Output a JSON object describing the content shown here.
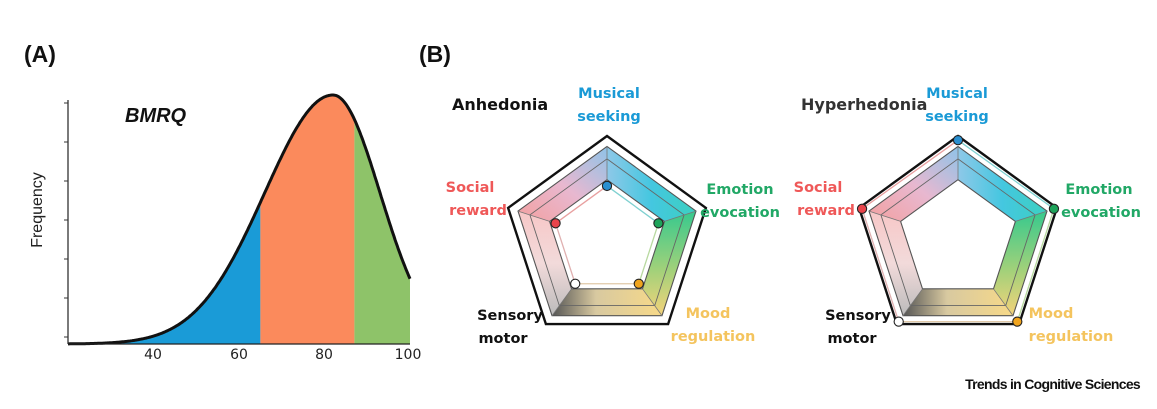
{
  "panels": {
    "a_label": "(A)",
    "b_label": "(B)"
  },
  "distribution": {
    "title": "BMRQ",
    "ylabel": "Frequency",
    "x_ticks": [
      "40",
      "60",
      "80",
      "100"
    ],
    "region_colors": {
      "low": "#1a9bd7",
      "typical": "#fb8a5c",
      "high": "#8ec369"
    }
  },
  "chart_data": {
    "type": "area",
    "title": "BMRQ",
    "xlabel": "",
    "ylabel": "Frequency",
    "xlim": [
      20,
      100
    ],
    "x_ticks": [
      40,
      60,
      80,
      100
    ],
    "peak_x": 82,
    "region_boundaries": [
      65,
      87
    ],
    "regions": [
      "low",
      "typical",
      "high"
    ]
  },
  "radars": [
    {
      "title": "Anhedonia",
      "levels": {
        "musical_seeking": 0.52,
        "emotion_evocation": 0.52,
        "mood_regulation": 0.52,
        "sensory_motor": 0.52,
        "social_reward": 0.52
      }
    },
    {
      "title": "Hyperhedonia",
      "levels": {
        "musical_seeking": 0.96,
        "emotion_evocation": 0.97,
        "mood_regulation": 0.97,
        "sensory_motor": 0.97,
        "social_reward": 0.97
      }
    }
  ],
  "dimensions": {
    "musical_seeking": {
      "line1": "Musical",
      "line2": "seeking",
      "color": "#1a9ad6",
      "marker": "#2a8fd0"
    },
    "emotion_evocation": {
      "line1": "Emotion",
      "line2": "evocation",
      "color": "#21a866",
      "marker": "#1ea35a"
    },
    "mood_regulation": {
      "line1": "Mood",
      "line2": "regulation",
      "color": "#f4c45e",
      "marker": "#f0a41e"
    },
    "sensory_motor": {
      "line1": "Sensory",
      "line2": "motor",
      "color": "#111111",
      "marker": "#ffffff"
    },
    "social_reward": {
      "line1": "Social",
      "line2": "reward",
      "color": "#ef5858",
      "marker": "#e8434a"
    }
  },
  "credit": "Trends in Cognitive Sciences"
}
